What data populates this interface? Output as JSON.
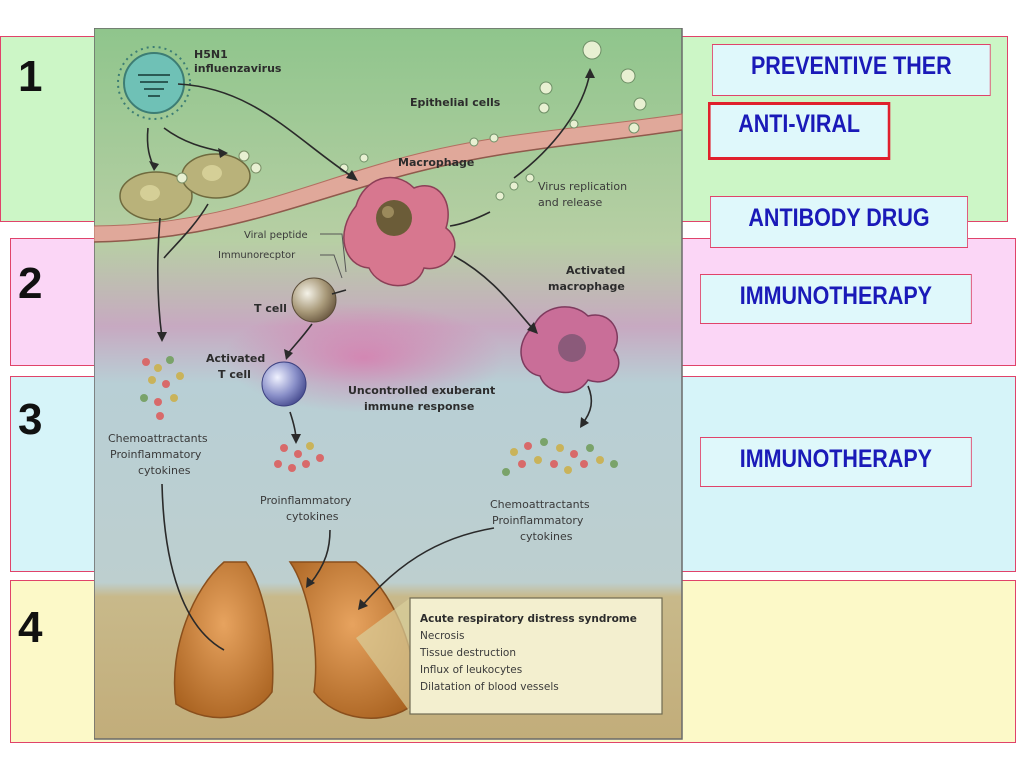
{
  "stages": [
    {
      "number": "1"
    },
    {
      "number": "2"
    },
    {
      "number": "3"
    },
    {
      "number": "4"
    }
  ],
  "therapies": {
    "preventive": "PREVENTIVE THER",
    "antiviral": "ANTI-VIRAL",
    "antibody": "ANTIBODY DRUG",
    "immuno_1": "IMMUNOTHERAPY",
    "immuno_2": "IMMUNOTHERAPY"
  },
  "figure": {
    "virus_label": [
      "H5N1",
      "influenzavirus"
    ],
    "epithelial": "Epithelial cells",
    "macrophage": "Macrophage",
    "replication": [
      "Virus replication",
      "and release"
    ],
    "viral_peptide": "Viral peptide",
    "immunoreceptor": "Immunorecptor",
    "t_cell": "T cell",
    "activated_macrophage": [
      "Activated",
      "macrophage"
    ],
    "activated_t_cell": [
      "Activated",
      "T cell"
    ],
    "uncontrolled": [
      "Uncontrolled exuberant",
      "immune response"
    ],
    "chemo_left": [
      "Chemoattractants",
      "Proinflammatory",
      "cytokines"
    ],
    "proinflammatory": [
      "Proinflammatory",
      "cytokines"
    ],
    "chemo_right": [
      "Chemoattractants",
      "Proinflammatory",
      "cytokines"
    ],
    "ards_title": "Acute respiratory distress syndrome",
    "ards_items": [
      "Necrosis",
      "Tissue destruction",
      "Influx of leukocytes",
      "Dilatation of blood vessels"
    ]
  },
  "colors": {
    "band1": "#ccf6c6",
    "band2": "#fbd6f6",
    "band3": "#d6f4f9",
    "band4": "#fcf9c8",
    "label_text": "#1a1ab8",
    "label_border": "#e0436a"
  }
}
